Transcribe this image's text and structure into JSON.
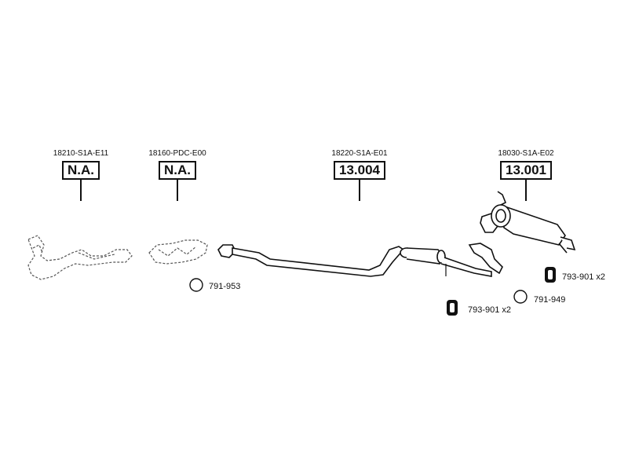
{
  "callouts": [
    {
      "oem": "18210-S1A-E11",
      "code": "N.A."
    },
    {
      "oem": "18160-PDC-E00",
      "code": "N.A."
    },
    {
      "oem": "18220-S1A-E01",
      "code": "13.004"
    },
    {
      "oem": "18030-S1A-E02",
      "code": "13.001"
    }
  ],
  "accessories": [
    {
      "ref": "791-953"
    },
    {
      "ref": "793-901 x2"
    },
    {
      "ref": "791-949"
    },
    {
      "ref": "793-901 x2"
    }
  ],
  "colors": {
    "line": "#111111",
    "dash": "#444444",
    "bg": "#ffffff"
  }
}
